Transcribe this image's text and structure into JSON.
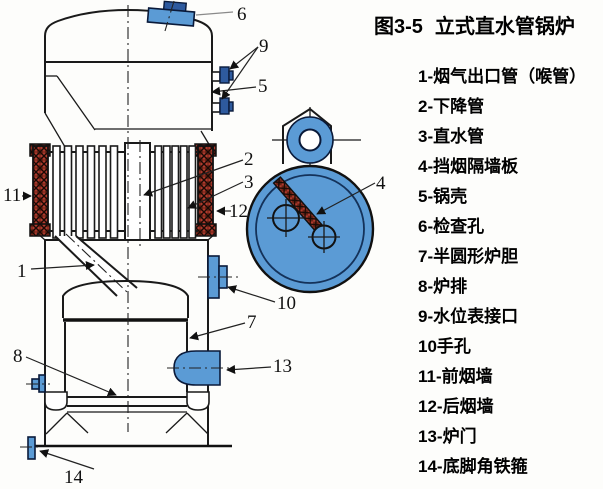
{
  "title": {
    "figure": "图3-5",
    "name": "立式直水管锅炉"
  },
  "legend": {
    "items": [
      "1-烟气出口管（喉管）",
      "2-下降管",
      "3-直水管",
      "4-挡烟隔墙板",
      "5-锅壳",
      "6-检查孔",
      "7-半圆形炉胆",
      "8-炉排",
      "9-水位表接口",
      "10手孔",
      "11-前烟墙",
      "12-后烟墙",
      "13-炉门",
      "14-底脚角铁箍"
    ]
  },
  "diagram": {
    "labels": {
      "l1": "1",
      "l2": "2",
      "l3": "3",
      "l4": "4",
      "l5": "5",
      "l6": "6",
      "l7": "7",
      "l8": "8",
      "l9": "9",
      "l10": "10",
      "l11": "11",
      "l12": "12",
      "l13": "13",
      "l14": "14"
    }
  },
  "colors": {
    "steel-blue": "#5b9bd5",
    "navy": "#2e5a9e",
    "brick": "#6b2315",
    "brick-dot": "#b03a2e",
    "ink": "#1a1a1a",
    "leader-grey": "#8a8a8a",
    "bg": "#fdfdfb"
  }
}
